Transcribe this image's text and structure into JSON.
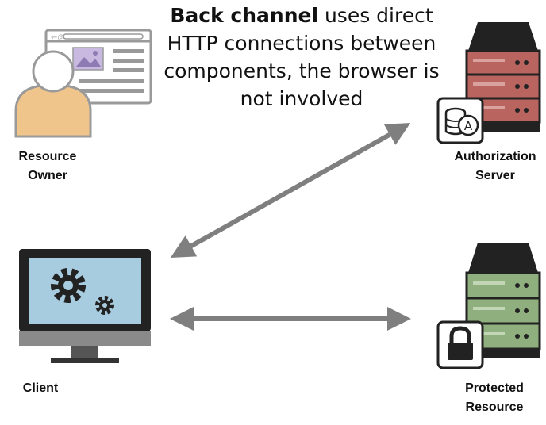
{
  "caption": {
    "bold": "Back channel",
    "rest": " uses direct HTTP connections between components, the browser is not involved"
  },
  "nodes": {
    "resource_owner": "Resource\nOwner",
    "authorization_server": "Authorization\nServer",
    "client": "Client",
    "protected_resource": "Protected\nResource"
  },
  "badges": {
    "auth_letter": "A"
  },
  "colors": {
    "arrow": "#7f7f7f",
    "server_red": "#b9645f",
    "server_green": "#8fb07e",
    "server_top": "#222222",
    "screen": "#a8ccdf",
    "person": "#f0c58b"
  }
}
